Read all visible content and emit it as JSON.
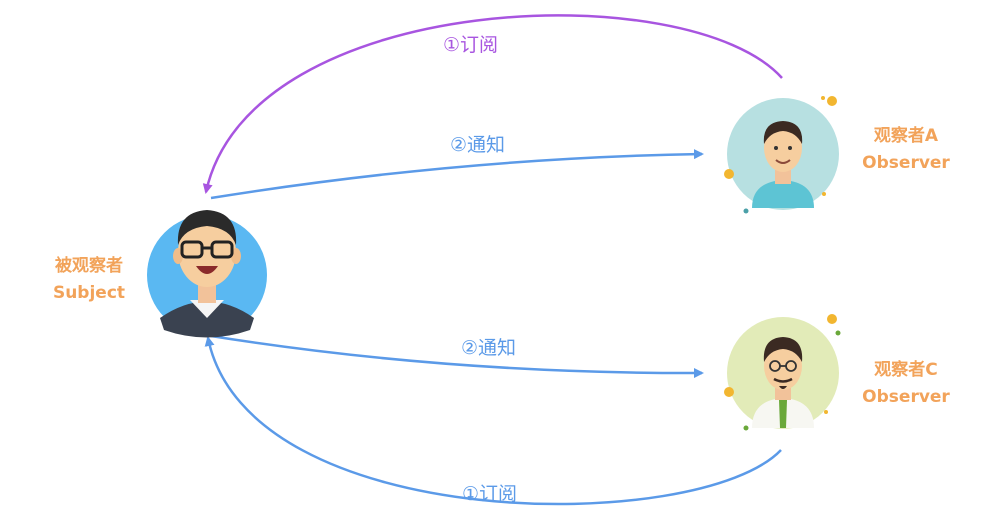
{
  "nodes": {
    "subject": {
      "label_cn": "被观察者",
      "label_en": "Subject"
    },
    "observer_a": {
      "label_cn": "观察者A",
      "label_en": "Observer"
    },
    "observer_c": {
      "label_cn": "观察者C",
      "label_en": "Observer"
    }
  },
  "edges": {
    "subscribe_a": {
      "label": "①订阅"
    },
    "notify_a": {
      "label": "②通知"
    },
    "notify_c": {
      "label": "②通知"
    },
    "subscribe_c": {
      "label": "①订阅"
    }
  },
  "colors": {
    "subscribe_a": "#a855e0",
    "notify": "#5b9ae8",
    "subscribe_c": "#5b9ae8",
    "node_label": "#f2a35a",
    "subject_bg": "#5ab8f2",
    "observer_a_bg": "#b7e0e1",
    "observer_c_bg": "#e2ebb8"
  }
}
